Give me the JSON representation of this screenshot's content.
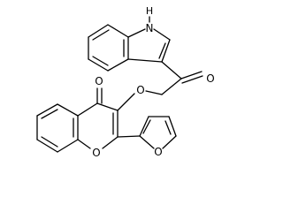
{
  "molecule": {
    "atom_labels": {
      "indole_nh": "H",
      "indole_n": "N",
      "ketone_o": "O",
      "ether_o": "O",
      "chromone_o4": "O",
      "chromene_o1": "O",
      "furan_o": "O"
    }
  }
}
